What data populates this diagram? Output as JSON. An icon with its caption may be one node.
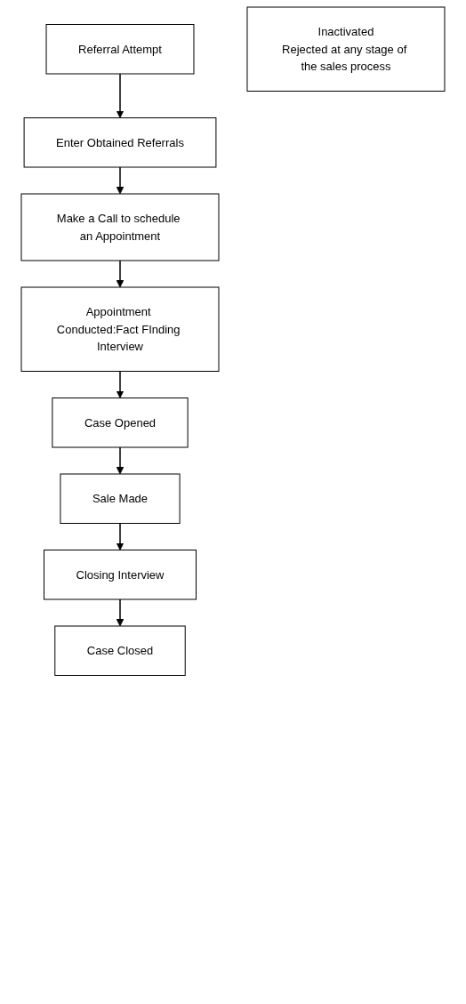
{
  "diagram": {
    "nodes": [
      {
        "text": [
          "Referral Attempt"
        ]
      },
      {
        "text": [
          "Enter Obtained Referrals"
        ]
      },
      {
        "text": [
          "Make a Call to schedule an Appointment"
        ]
      },
      {
        "text": [
          "Appointment Conducted:Fact FInding Interview"
        ]
      },
      {
        "text": [
          "Inactivated",
          "Rejected at any stage of the sales process"
        ]
      },
      {
        "text": [
          "Case Opened"
        ]
      },
      {
        "text": [
          "Sale Made"
        ]
      },
      {
        "text": [
          "Closing Interview"
        ]
      },
      {
        "text": [
          "Case Closed"
        ]
      }
    ],
    "edges": [
      {
        "from": 0,
        "to": 1,
        "arrow": "to"
      },
      {
        "from": 1,
        "to": 2,
        "arrow": "to"
      },
      {
        "from": 2,
        "to": 3,
        "arrow": "to"
      },
      {
        "from": 3,
        "to": 5,
        "arrow": "to"
      },
      {
        "from": 5,
        "to": 6,
        "arrow": "to"
      },
      {
        "from": 6,
        "to": 7,
        "arrow": "to"
      },
      {
        "from": 7,
        "to": 8,
        "arrow": "to"
      }
    ]
  }
}
